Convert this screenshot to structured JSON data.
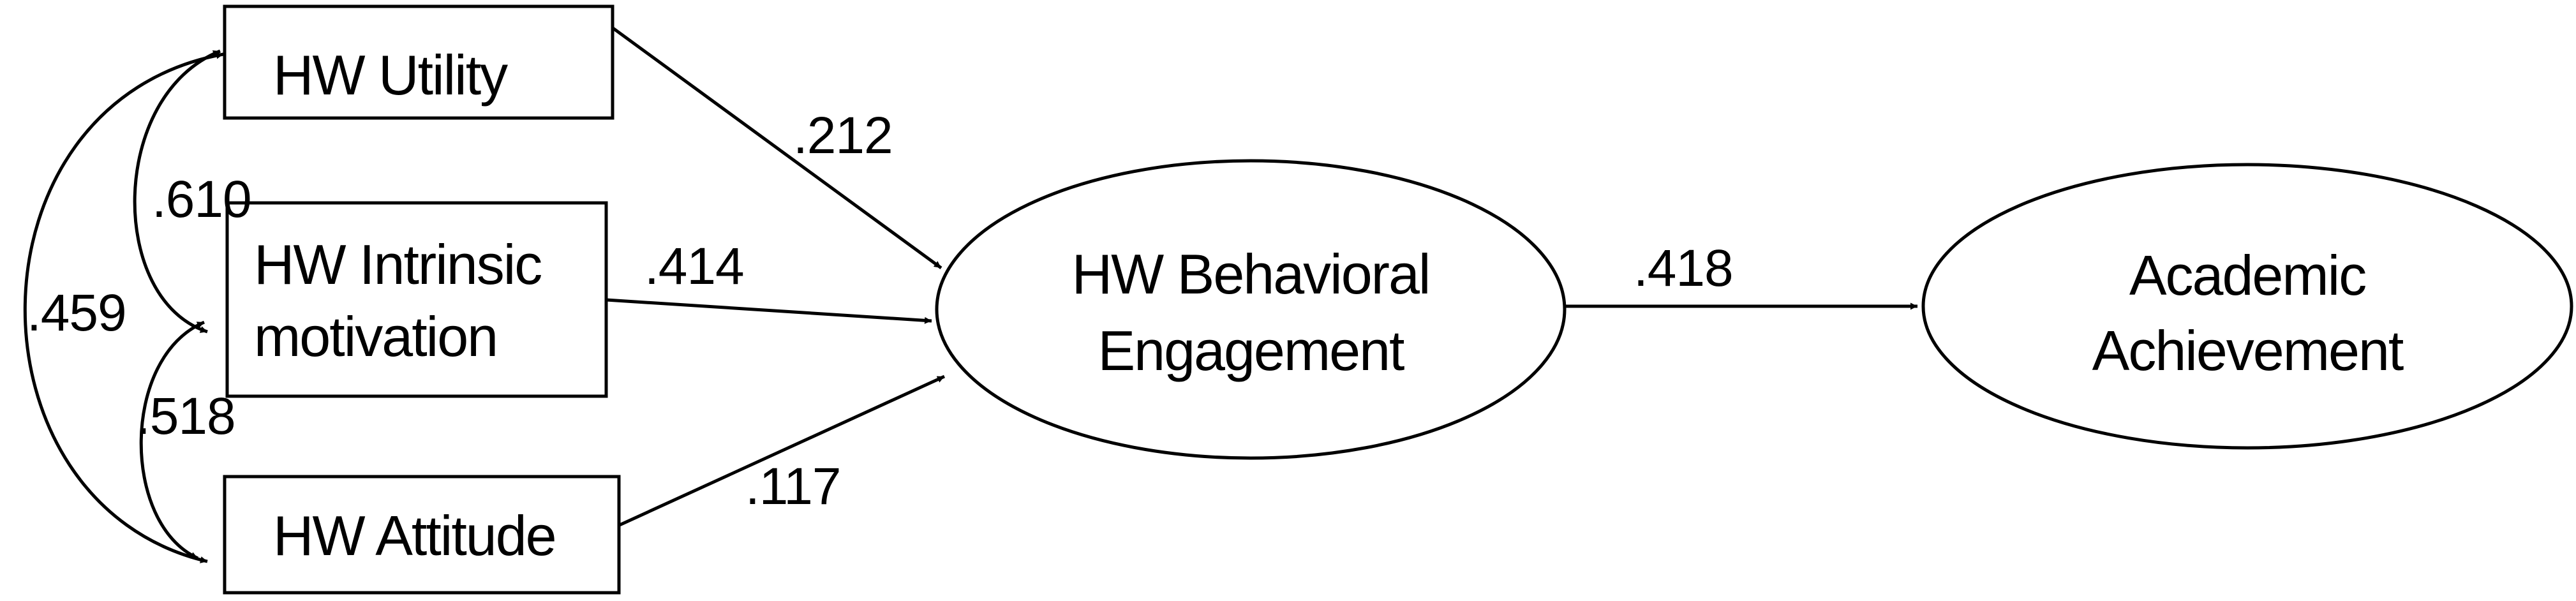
{
  "diagram": {
    "nodes": {
      "hw_utility": {
        "label": "HW Utility"
      },
      "hw_intrinsic": {
        "line1": "HW Intrinsic",
        "line2": "motivation"
      },
      "hw_attitude": {
        "label": "HW Attitude"
      },
      "hw_behavioral": {
        "line1": "HW Behavioral",
        "line2": "Engagement"
      },
      "academic": {
        "line1": "Academic",
        "line2": "Achievement"
      }
    },
    "paths": {
      "utility_to_engagement": ".212",
      "intrinsic_to_engagement": ".414",
      "attitude_to_engagement": ".117",
      "engagement_to_achievement": ".418"
    },
    "correlations": {
      "utility_intrinsic": ".610",
      "intrinsic_attitude": ".518",
      "utility_attitude": ".459"
    }
  }
}
